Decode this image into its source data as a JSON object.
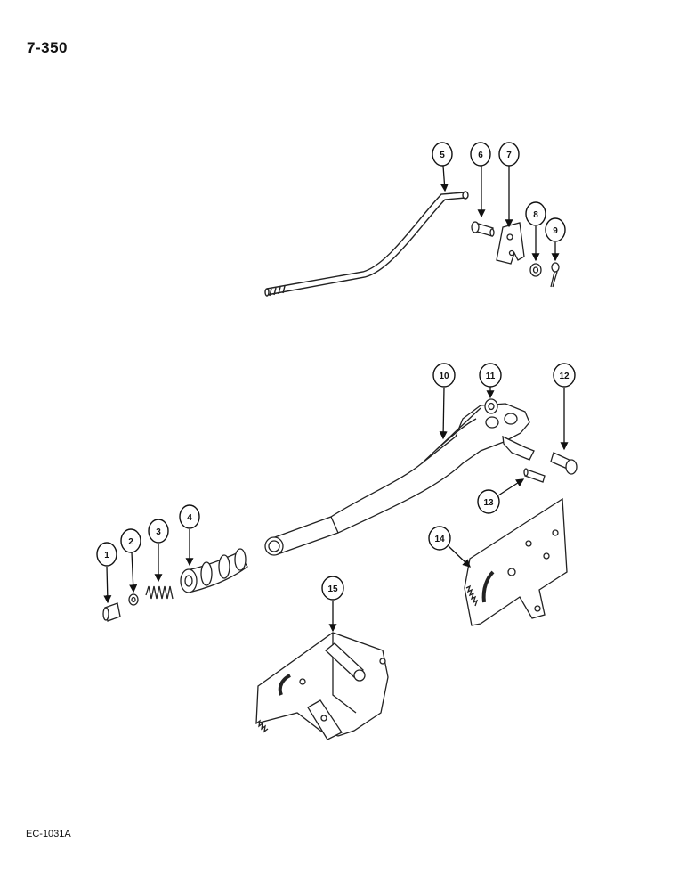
{
  "page_number": "7-350",
  "drawing_code": "EC-1031A",
  "callouts": [
    "1",
    "2",
    "3",
    "4",
    "5",
    "6",
    "7",
    "8",
    "9",
    "10",
    "11",
    "12",
    "13",
    "14",
    "15"
  ]
}
